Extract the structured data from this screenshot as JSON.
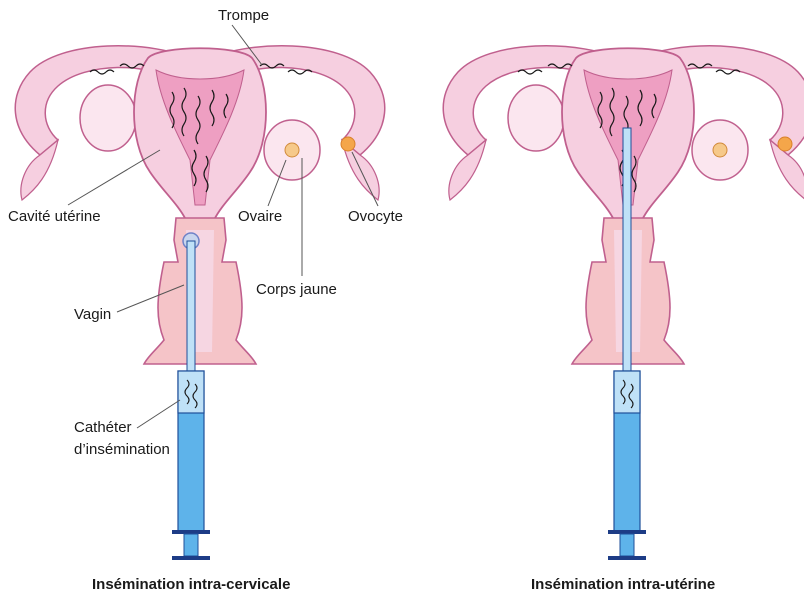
{
  "labels": {
    "trompe": "Trompe",
    "cavite": "Cavité utérine",
    "ovaire": "Ovaire",
    "ovocyte": "Ovocyte",
    "corps_jaune": "Corps jaune",
    "vagin": "Vagin",
    "catheter_line1": "Cathéter",
    "catheter_line2": "d’insémination"
  },
  "captions": {
    "left": "Insémination intra-cervicale",
    "right": "Insémination intra-utérine"
  },
  "colors": {
    "uterus_fill": "#f6cfe0",
    "uterus_inner": "#ee9fc2",
    "outline": "#c0608e",
    "ovary_fill": "#fbe6ef",
    "vagina_fill": "#f5c4c8",
    "syringe_fill": "#5eb3ea",
    "syringe_light": "#bfe1f7",
    "syringe_line": "#1f4f9a",
    "flange": "#1d3c86",
    "ovocyte": "#f4a64a",
    "corpus_luteum": "#f6c98a",
    "sperm": "#1a1a1a",
    "leader_line": "#555555"
  }
}
